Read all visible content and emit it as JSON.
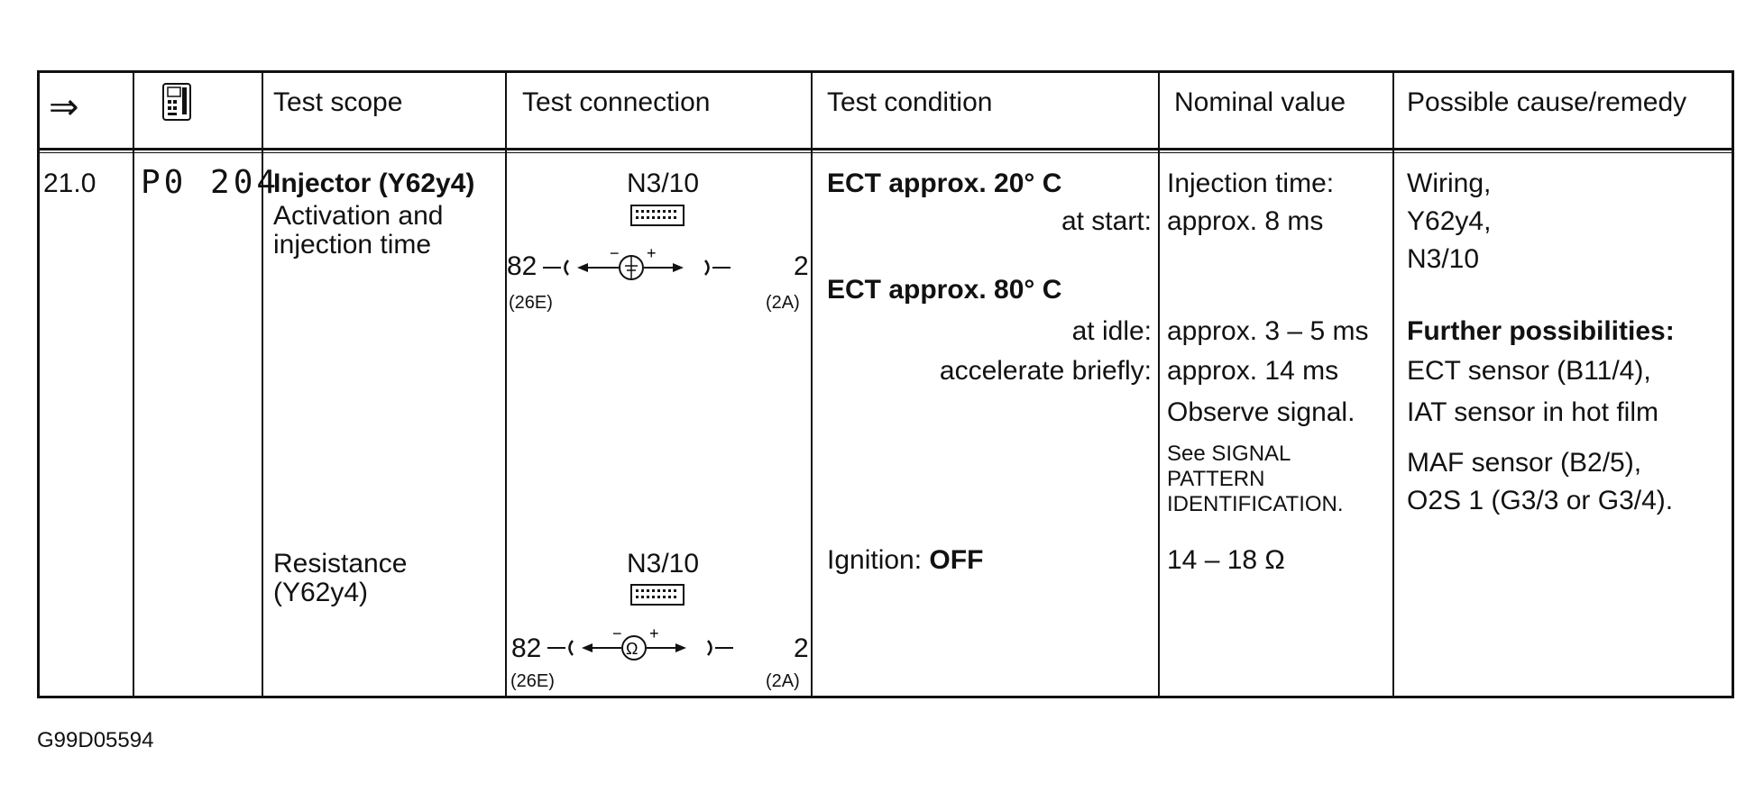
{
  "headers": {
    "arrow": "⇒",
    "scan_tool_icon": "diagnostic-tester-icon",
    "test_scope": "Test scope",
    "test_connection": "Test connection",
    "test_condition": "Test condition",
    "nominal_value": "Nominal value",
    "possible_cause": "Possible cause/remedy"
  },
  "row": {
    "step": "21.0",
    "dtc": "P0 204",
    "scope": {
      "title": "Injector (Y62y4)",
      "line1": "Activation and",
      "line2": "injection time",
      "resistance1": "Resistance",
      "resistance2": "(Y62y4)"
    },
    "connection1": {
      "module": "N3/10",
      "pin_left": "82",
      "pin_left_sub": "(26E)",
      "pin_right": "2",
      "pin_right_sub": "(2A)",
      "meter": "dc-voltmeter-icon"
    },
    "connection2": {
      "module": "N3/10",
      "pin_left": "82",
      "pin_left_sub": "(26E)",
      "pin_right": "2",
      "pin_right_sub": "(2A)",
      "meter": "ohmmeter-icon"
    },
    "condition": {
      "ect20": "ECT approx.  20° C",
      "at_start": "at start:",
      "ect80": "ECT approx.  80° C",
      "at_idle": "at idle:",
      "accelerate": "accelerate briefly:",
      "ign_prefix": "Ignition: ",
      "ign_value": "OFF"
    },
    "nominal": {
      "inj_time": "Injection time:",
      "approx8": "approx. 8 ms",
      "approx35": "approx. 3 – 5 ms",
      "approx14": "approx. 14 ms",
      "observe": "Observe signal.",
      "see1": "See SIGNAL",
      "see2": "PATTERN",
      "see3": "IDENTIFICATION.",
      "resistance": "14 – 18 Ω"
    },
    "cause": {
      "wiring": "Wiring,",
      "y62y4": "Y62y4,",
      "n310": "N3/10",
      "further": "Further possibilities:",
      "ect": "ECT sensor (B11/4),",
      "iat": "IAT sensor in hot film",
      "maf": "MAF sensor (B2/5),",
      "o2s": "O2S 1 (G3/3 or G3/4)."
    }
  },
  "footer": "G99D05594"
}
